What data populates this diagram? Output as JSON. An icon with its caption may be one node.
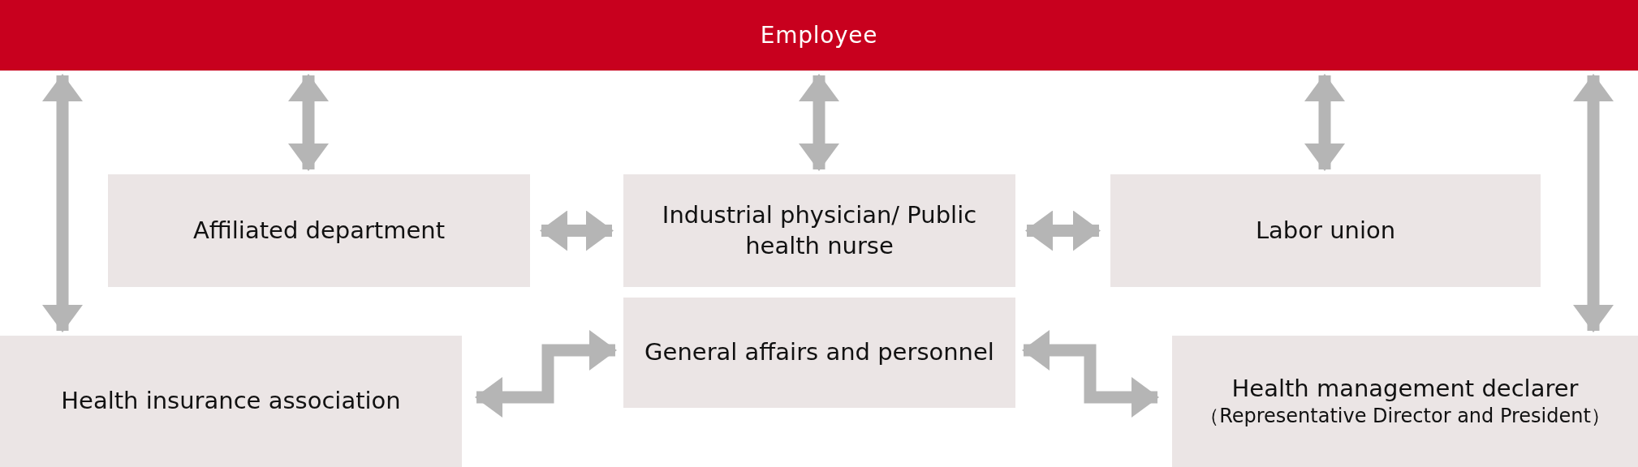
{
  "diagram": {
    "nodes": [
      {
        "text": [
          "Employee"
        ]
      },
      {
        "text": [
          "Affiliated department"
        ]
      },
      {
        "text": [
          "Industrial physician/ Public health nurse"
        ]
      },
      {
        "text": [
          "Labor union"
        ]
      },
      {
        "text": [
          "General affairs and personnel"
        ]
      },
      {
        "text": [
          "Health insurance association"
        ]
      },
      {
        "text": [
          "Health management declarer",
          "（Representative Director and President）"
        ]
      }
    ],
    "edges": [
      {
        "from": 0,
        "to": 5,
        "arrow": "both"
      },
      {
        "from": 0,
        "to": 1,
        "arrow": "both"
      },
      {
        "from": 0,
        "to": 2,
        "arrow": "both"
      },
      {
        "from": 0,
        "to": 3,
        "arrow": "both"
      },
      {
        "from": 0,
        "to": 6,
        "arrow": "both"
      },
      {
        "from": 1,
        "to": 2,
        "arrow": "both"
      },
      {
        "from": 2,
        "to": 3,
        "arrow": "both"
      },
      {
        "from": 4,
        "to": 5,
        "arrow": "both"
      },
      {
        "from": 4,
        "to": 6,
        "arrow": "both"
      }
    ]
  }
}
